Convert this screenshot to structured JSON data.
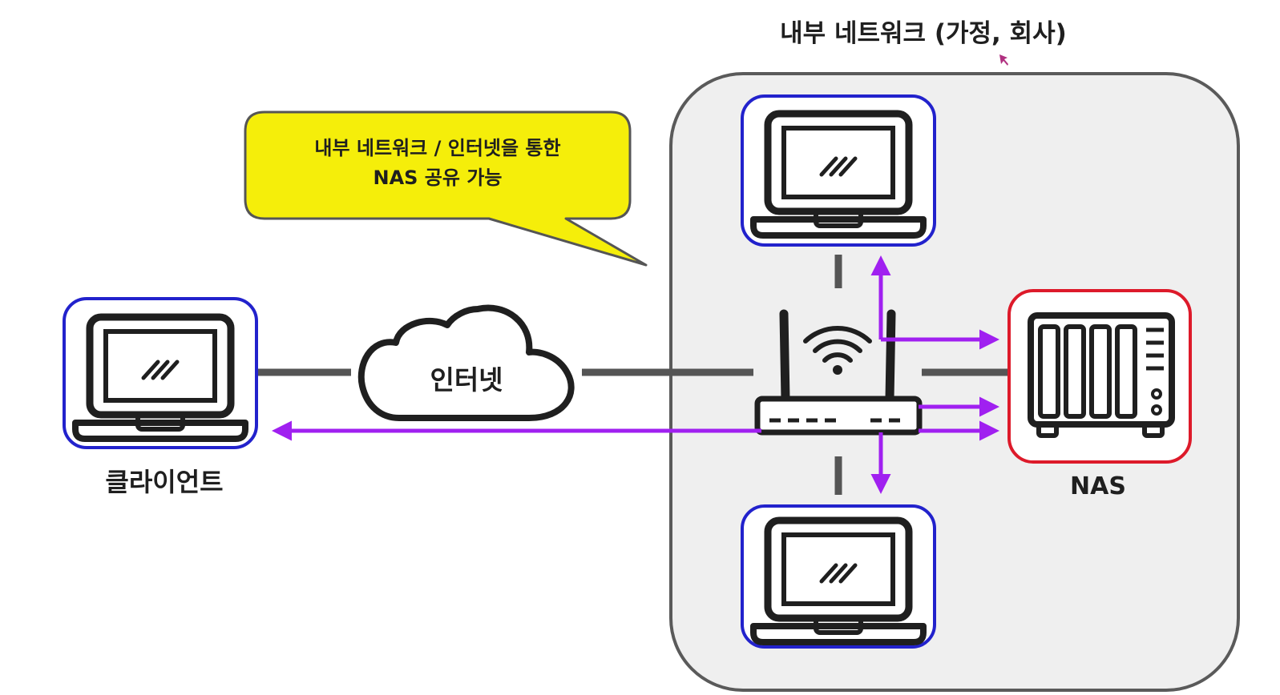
{
  "diagram": {
    "network_title": "내부 네트워크 (가정, 회사)",
    "callout": {
      "line1": "내부 네트워크 / 인터넷을 통한",
      "line2": "NAS 공유 가능"
    },
    "cloud_label": "인터넷",
    "client_label": "클라이언트",
    "nas_label": "NAS"
  },
  "colors": {
    "network_box_fill": "#efefef",
    "network_box_stroke": "#5a5a5a",
    "laptop_frame": "#2222cc",
    "nas_frame": "#dd1a2a",
    "callout_fill": "#f5ee0a",
    "arrow": "#a020f0",
    "connector": "#555555",
    "icon_stroke": "#1f1f1f"
  }
}
